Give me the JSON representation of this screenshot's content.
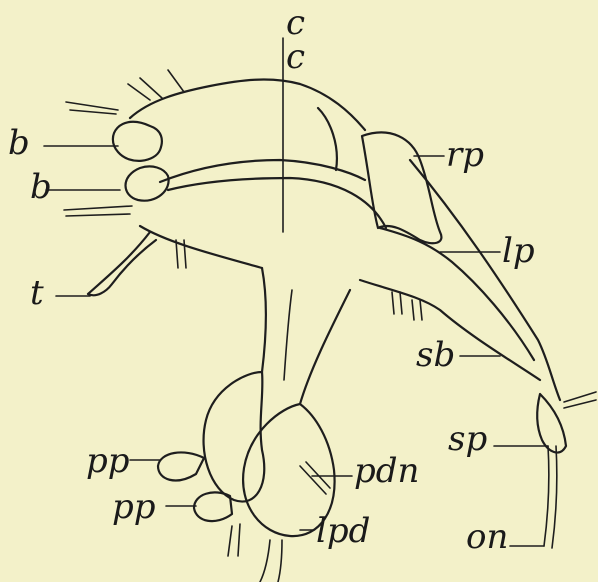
{
  "labels": {
    "c_top": "c",
    "c_inner": "c",
    "b_upper": "b",
    "b_lower": "b",
    "t": "t",
    "rp": "rp",
    "lp": "lp",
    "sb": "sb",
    "sp": "sp",
    "pp_upper": "pp",
    "pp_lower": "pp",
    "pdn": "pdn",
    "lpd": "lpd",
    "on": "on"
  }
}
